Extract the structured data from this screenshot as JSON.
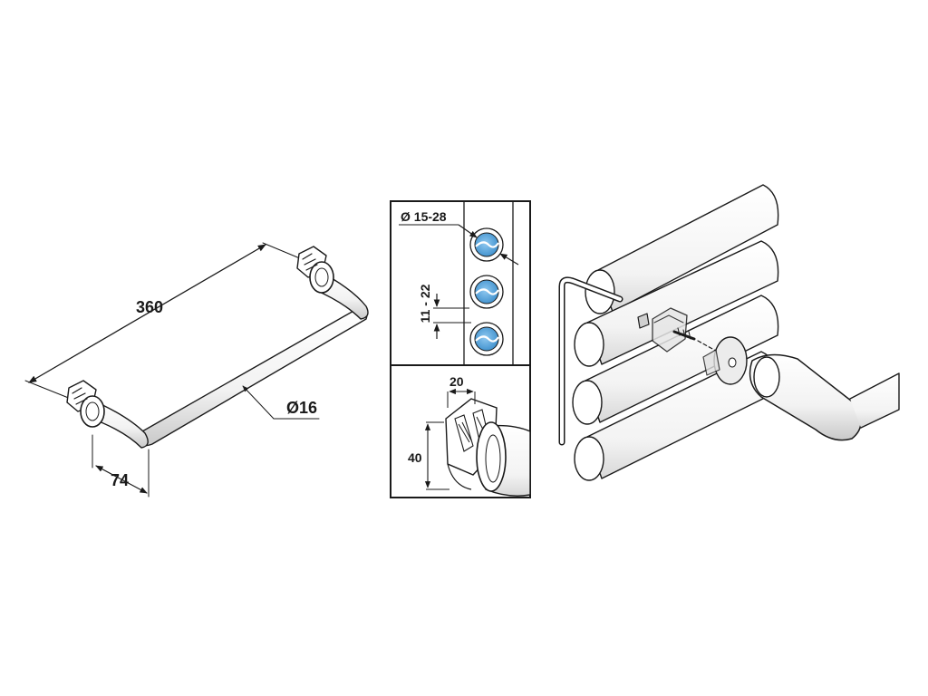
{
  "bar_drawing": {
    "length_label": "360",
    "diameter_label": "Ø16",
    "projection_label": "74"
  },
  "detail_panel": {
    "pipe_diameter_label": "Ø 15-28",
    "pipe_spacing_label": "11 - 22",
    "bracket_width_label": "20",
    "bracket_height_label": "40"
  },
  "colors": {
    "line": "#1a1a1a",
    "pipe_fill": "#ffffff",
    "water_blue": "#5aa9e0",
    "shadow_grey": "#d0d0d0"
  }
}
